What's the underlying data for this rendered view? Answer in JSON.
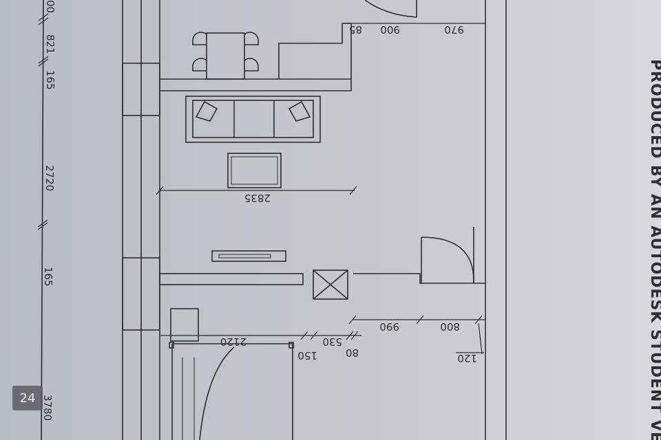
{
  "left_dimensions": [
    "00",
    "821",
    "165",
    "2720",
    "165",
    "3780"
  ],
  "top_dimensions": [
    "85",
    "900",
    "970"
  ],
  "living_dimension": "2835",
  "kitchen_dimensions": [
    "990",
    "800"
  ],
  "lower_dimensions": [
    "2120",
    "530",
    "150",
    "80",
    "120"
  ],
  "watermark": "PRODUCED BY AN AUTODESK STUDENT VER",
  "badge": "24",
  "colors": {
    "paper_left": "#b9bfc6",
    "paper_right": "#d3d6da",
    "ink": "#2a2d31"
  }
}
